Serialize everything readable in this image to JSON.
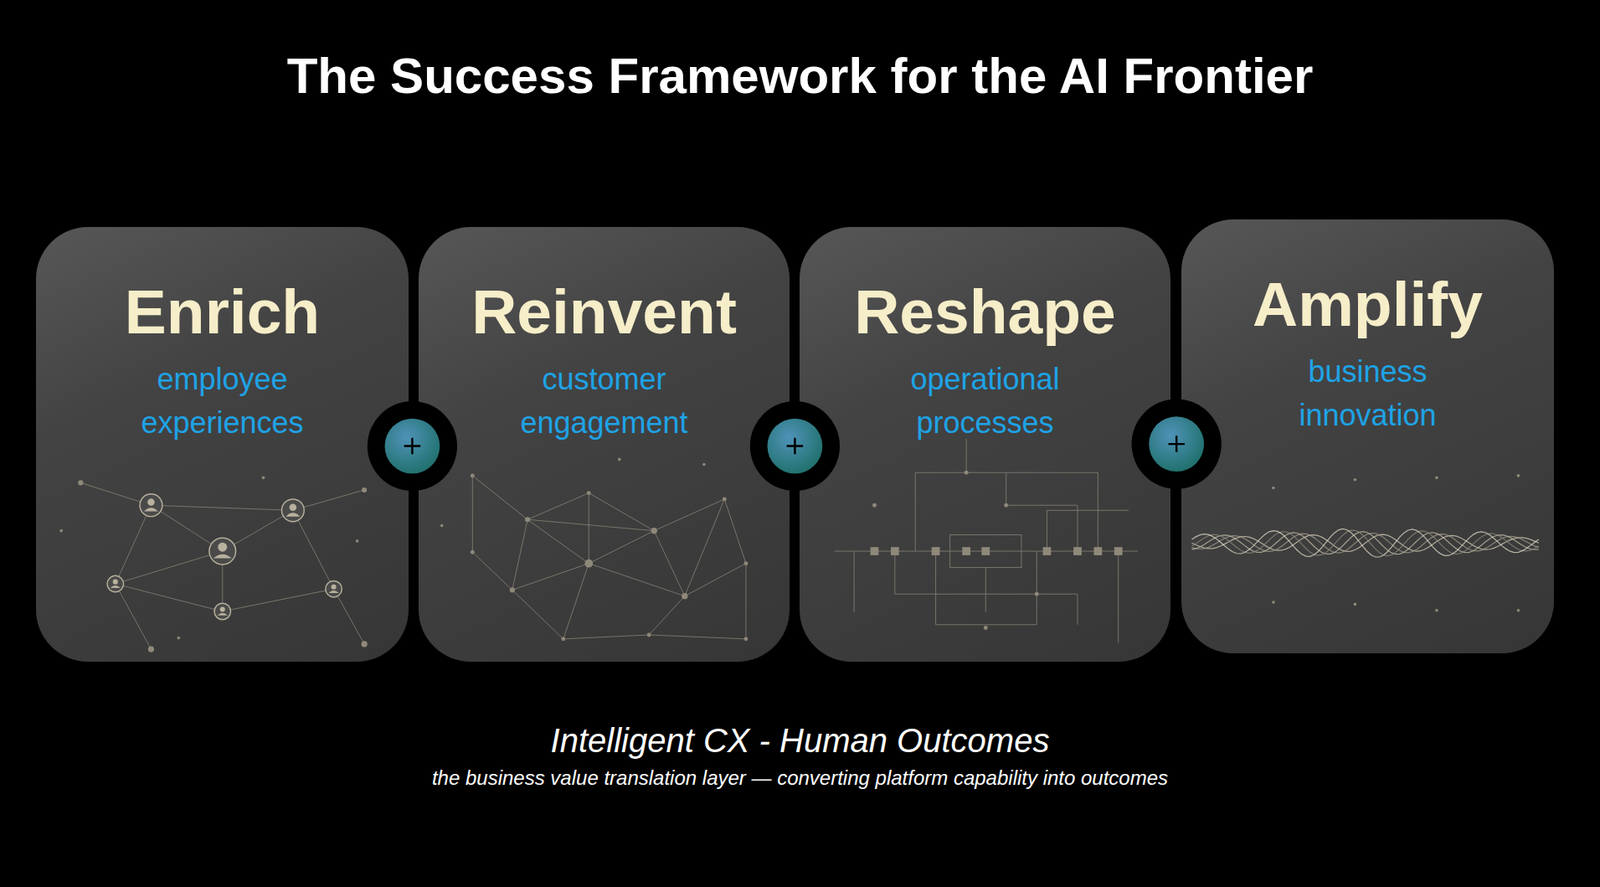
{
  "diagram": {
    "title": "The Success Framework for the AI Frontier",
    "caption": "Intelligent CX - Human Outcomes",
    "nodes": [
      {
        "text": [
          "Enrich",
          "employee experiences"
        ]
      },
      {
        "text": [
          "Reinvent",
          "customer engagement"
        ]
      },
      {
        "text": [
          "Reshape",
          "operational processes"
        ]
      },
      {
        "text": [
          "Amplify",
          "business innovation"
        ]
      }
    ],
    "labels": [
      "the business value translation layer — converting platform capability into outcomes"
    ]
  }
}
